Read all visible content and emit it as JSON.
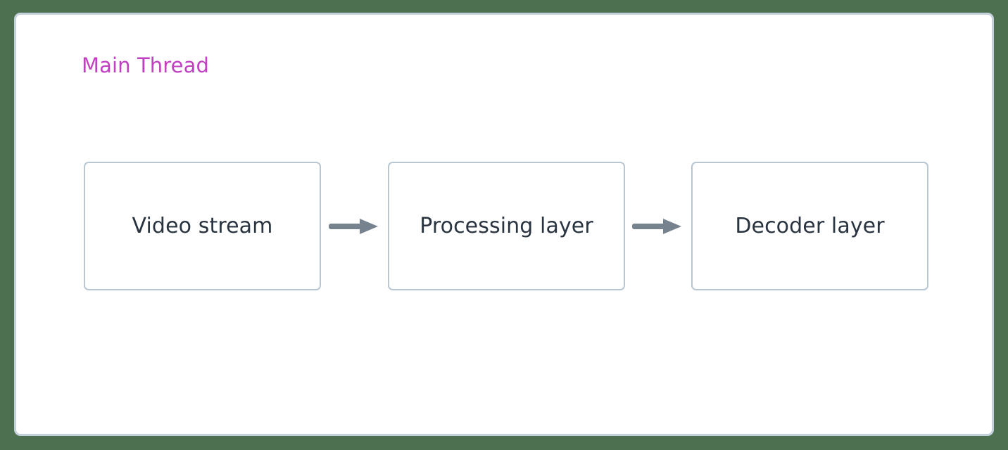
{
  "diagram": {
    "type": "flowchart",
    "direction": "left-to-right",
    "background_color": "#4d7050",
    "subgraph": {
      "title": "Main Thread",
      "title_color": "#c23fc2",
      "border_color": "#c4d0da",
      "fill_color": "#ffffff"
    },
    "node_style": {
      "border_color": "#b8c7d2",
      "fill_color": "#ffffff",
      "text_color": "#2a3440",
      "shape": "rounded-rectangle"
    },
    "edge_style": {
      "color": "#76838f",
      "arrow_head": "filled-triangle"
    },
    "nodes": [
      {
        "id": "video-stream",
        "label": "Video stream"
      },
      {
        "id": "processing-layer",
        "label": "Processing layer"
      },
      {
        "id": "decoder-layer",
        "label": "Decoder layer"
      }
    ],
    "edges": [
      {
        "from": "video-stream",
        "to": "processing-layer",
        "label": ""
      },
      {
        "from": "processing-layer",
        "to": "decoder-layer",
        "label": ""
      }
    ]
  }
}
